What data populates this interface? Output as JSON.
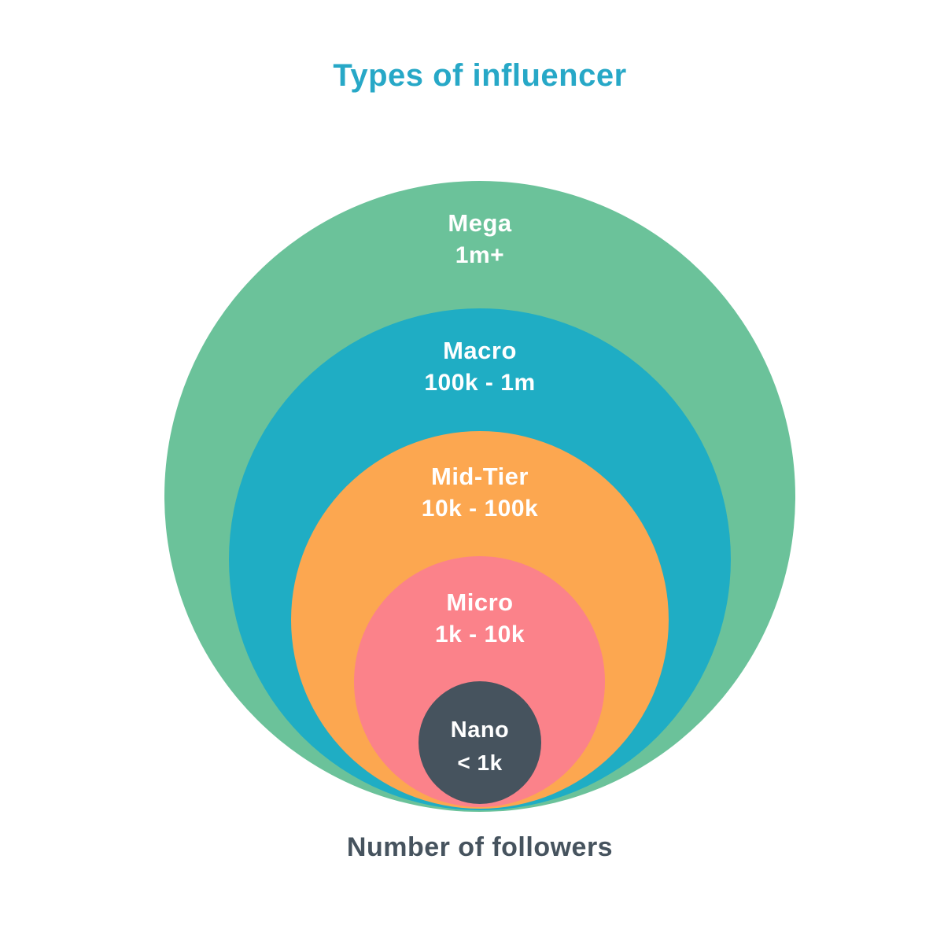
{
  "title": {
    "text": "Types of influencer",
    "color": "#27a8c7"
  },
  "caption": {
    "text": "Number of followers",
    "color": "#46535e"
  },
  "tiers": [
    {
      "name": "Mega",
      "range": "1m+",
      "color": "#6bc29a"
    },
    {
      "name": "Macro",
      "range": "100k - 1m",
      "color": "#1fadc4"
    },
    {
      "name": "Mid-Tier",
      "range": "10k - 100k",
      "color": "#fca750"
    },
    {
      "name": "Micro",
      "range": "1k - 10k",
      "color": "#fb828a"
    },
    {
      "name": "Nano",
      "range": "< 1k",
      "color": "#46535e"
    }
  ],
  "colors": {
    "background": "#ffffff",
    "label_text": "#ffffff"
  }
}
